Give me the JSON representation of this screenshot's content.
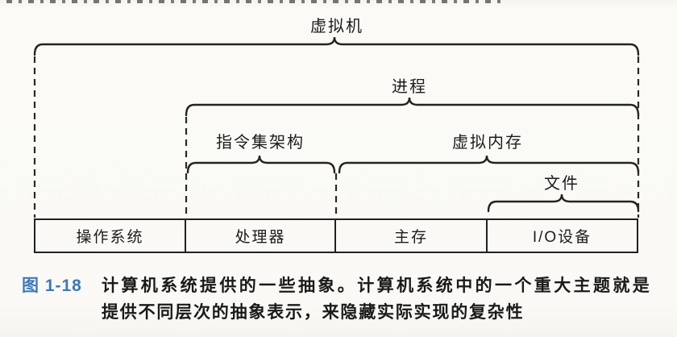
{
  "figure": {
    "abstraction_labels": {
      "virtual_machine": "虚拟机",
      "process": "进程",
      "instruction_set_architecture": "指令集架构",
      "virtual_memory": "虚拟内存",
      "files": "文件"
    },
    "hardware_layers": [
      "操作系统",
      "处理器",
      "主存",
      "I/O设备"
    ]
  },
  "caption": {
    "figure_label": "图 1-18",
    "line1": "计算机系统提供的一些抽象。计算机系统中的一个重大主题就是",
    "line2": "提供不同层次的抽象表示，来隐藏实际实现的复杂性"
  },
  "colors": {
    "figure_label_blue": "#3e79b4",
    "line_color": "#242320",
    "paper": "#faf9f5"
  }
}
